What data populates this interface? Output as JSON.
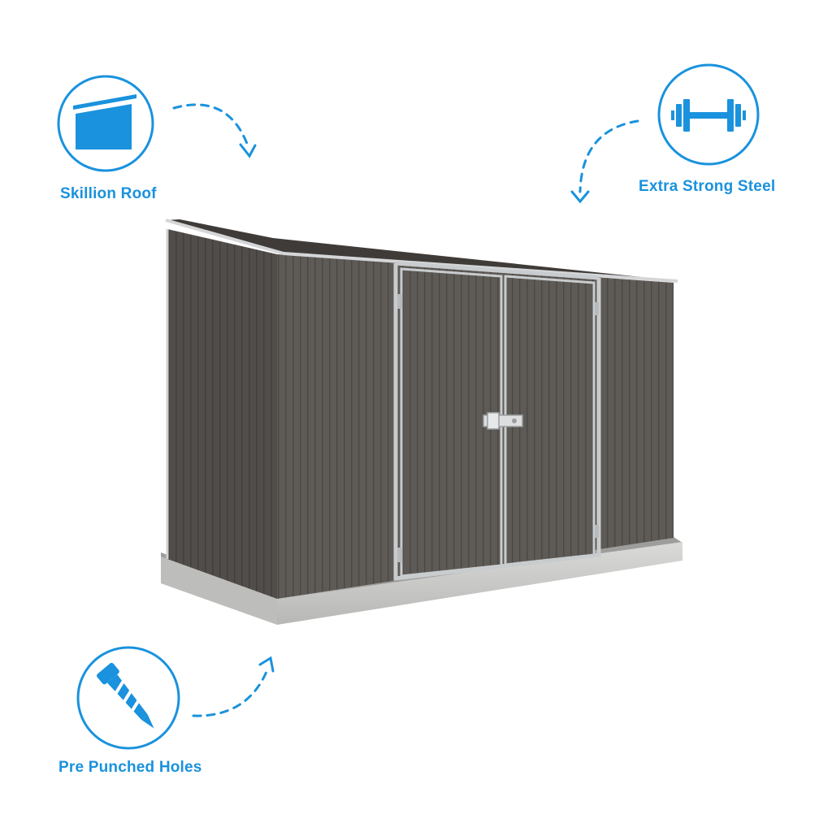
{
  "colors": {
    "accent": "#1a92dd",
    "shed_wall": "#5e5a56",
    "shed_wall_dark": "#4a4643",
    "shed_trim": "#c9ccce",
    "base_slab": "#c8c8c6",
    "background": "#ffffff"
  },
  "features": {
    "skillion_roof": {
      "label": "Skillion Roof",
      "icon": "skillion-roof-icon"
    },
    "extra_strong_steel": {
      "label": "Extra Strong Steel",
      "icon": "dumbbell-icon"
    },
    "pre_punched_holes": {
      "label": "Pre Punched Holes",
      "icon": "screw-icon"
    }
  },
  "product": {
    "image": "shed-illustration",
    "doors": 2
  }
}
